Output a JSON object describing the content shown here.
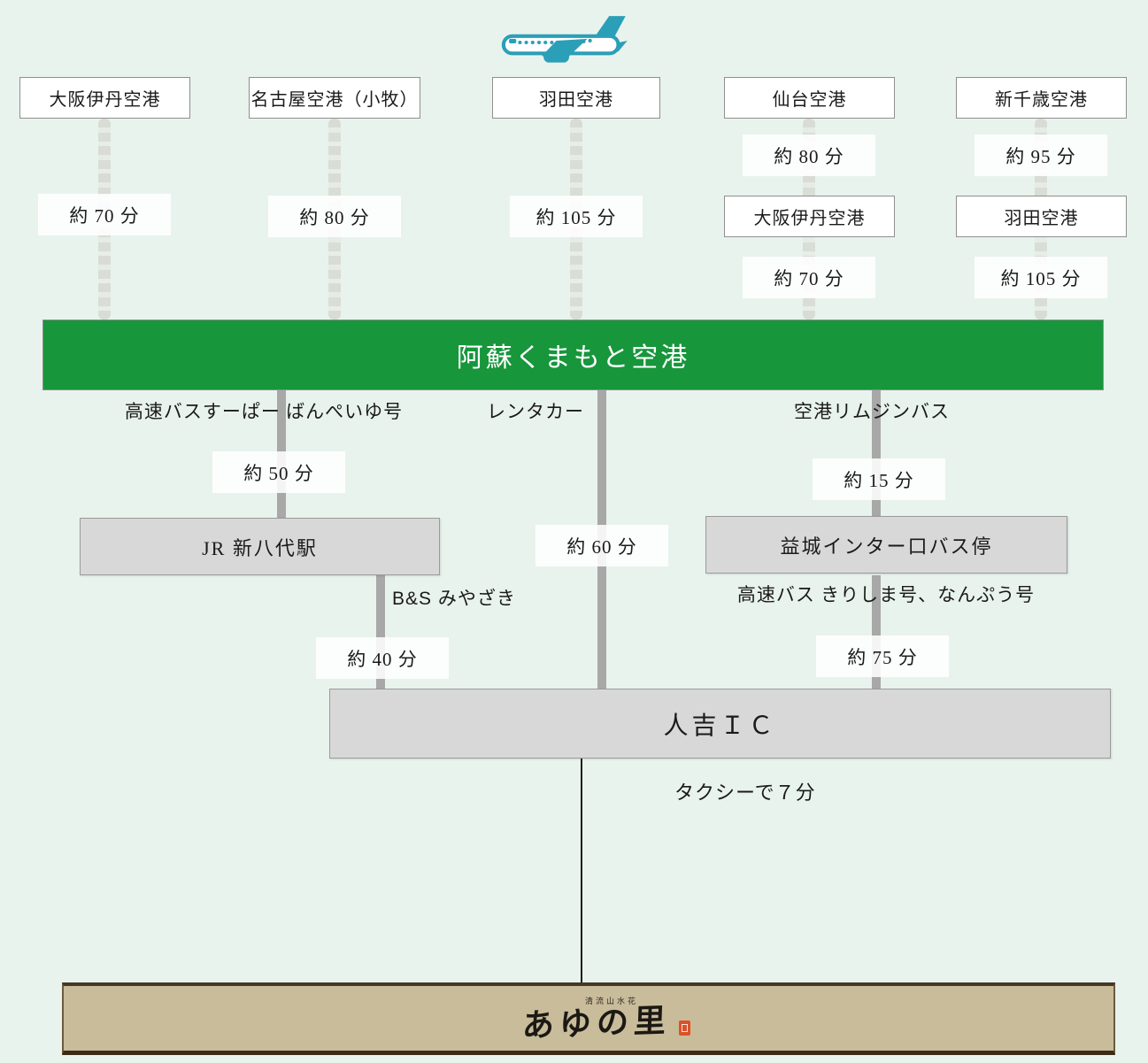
{
  "colors": {
    "page_bg": "#e9f3ed",
    "hub_green": "#17963c",
    "connector_gray": "#a8a8a8",
    "node_gray": "#d8d8d8",
    "plane_teal": "#2b9fb8",
    "destination_tan": "#c9bc9b",
    "destination_border": "#463723",
    "seal_red": "#dd5128"
  },
  "icons": {
    "plane": "airplane-icon",
    "seal": "hanko-seal-icon"
  },
  "top_row": [
    {
      "airport": "大阪伊丹空港",
      "time": "約 70 分"
    },
    {
      "airport": "名古屋空港（小牧）",
      "time": "約 80 分"
    },
    {
      "airport": "羽田空港",
      "time": "約 105 分"
    }
  ],
  "transfer_columns": [
    {
      "airport": "仙台空港",
      "time_to_via": "約 80 分",
      "via_airport": "大阪伊丹空港",
      "time_from_via": "約 70 分"
    },
    {
      "airport": "新千歳空港",
      "time_to_via": "約 95 分",
      "via_airport": "羽田空港",
      "time_from_via": "約 105 分"
    }
  ],
  "hub": {
    "name": "阿蘇くまもと空港"
  },
  "from_hub": {
    "bus_banpeiyu": {
      "name": "高速バスすーぱー ばんぺいゆ号",
      "time": "約 50 分",
      "stop": "JR 新八代駅",
      "next_leg": "B&S みやざき",
      "next_time": "約 40 分"
    },
    "rentacar": {
      "name": "レンタカー",
      "time": "約 60 分"
    },
    "limousine": {
      "name": "空港リムジンバス",
      "time": "約 15 分",
      "stop": "益城インター口バス停",
      "next_leg": "高速バス きりしま号、なんぷう号",
      "next_time": "約 75 分"
    }
  },
  "ic": {
    "name": "人吉ＩＣ"
  },
  "final_leg": {
    "name": "タクシーで７分"
  },
  "destination": {
    "tagline": "清流山水花",
    "name": "あゆの里"
  }
}
